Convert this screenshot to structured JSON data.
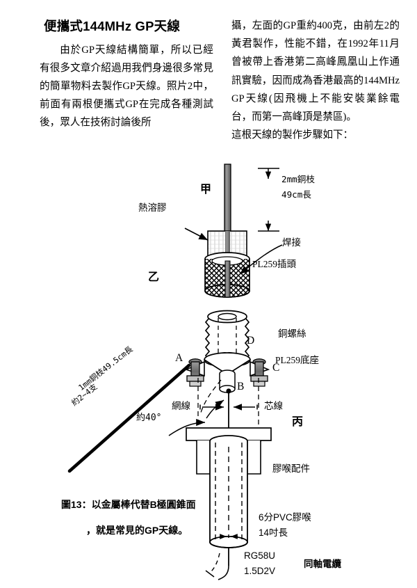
{
  "article": {
    "title": "便攜式144MHz GP天線",
    "left_column": "由於GP天線結構簡單，所以已經有很多文章介紹過用我們身邊很多常見的簡單物料去製作GP天線。照片2中，前面有兩根便攜式GP在完成各種測試後，眾人在技術討論後所",
    "right_column_1": "攝，左面的GP重約400克，由前左2的黃君製作，性能不錯，在1992年11月曾被帶上香港第二高峰鳳凰山上作通訊實驗，因而成為香港最高的144MHz GP天線(因飛機上不能安裝業餘電台，而第一高峰頂是禁區)。",
    "right_column_2": "這根天線的製作步驟如下："
  },
  "figure": {
    "caption_line1": "圖13：以金屬棒代替B極圓錐面",
    "caption_line2": "，就是常見的GP天線。",
    "markers": {
      "jia": "甲",
      "yi": "乙",
      "bing": "丙",
      "a": "A",
      "b": "B",
      "c": "C",
      "d": "D"
    },
    "labels": {
      "copper_rod_l1": "2mm銅枝",
      "copper_rod_l2": "49cm長",
      "hot_glue": "熱溶膠",
      "solder": "焊接",
      "pl259_plug": "PL259插頭",
      "copper_screw": "銅螺絲",
      "pl259_base": "PL259底座",
      "braid": "網線",
      "core": "芯線",
      "angle": "約40°",
      "radial_l1": "1mm銅枝49.5cm長",
      "radial_l2": "約2~4支",
      "rubber_fitting": "膠喉配件",
      "pvc_pipe_l1": "6分PVC膠喉",
      "pvc_pipe_l2": "14吋長",
      "coax_l1": "RG58U",
      "coax_l2": "1.5D2V",
      "coax_name": "同軸電纜"
    }
  },
  "colors": {
    "ink": "#000000",
    "paper": "#ffffff",
    "metal_fill": "#8c8c8c",
    "light_fill": "#d9d9d9"
  }
}
